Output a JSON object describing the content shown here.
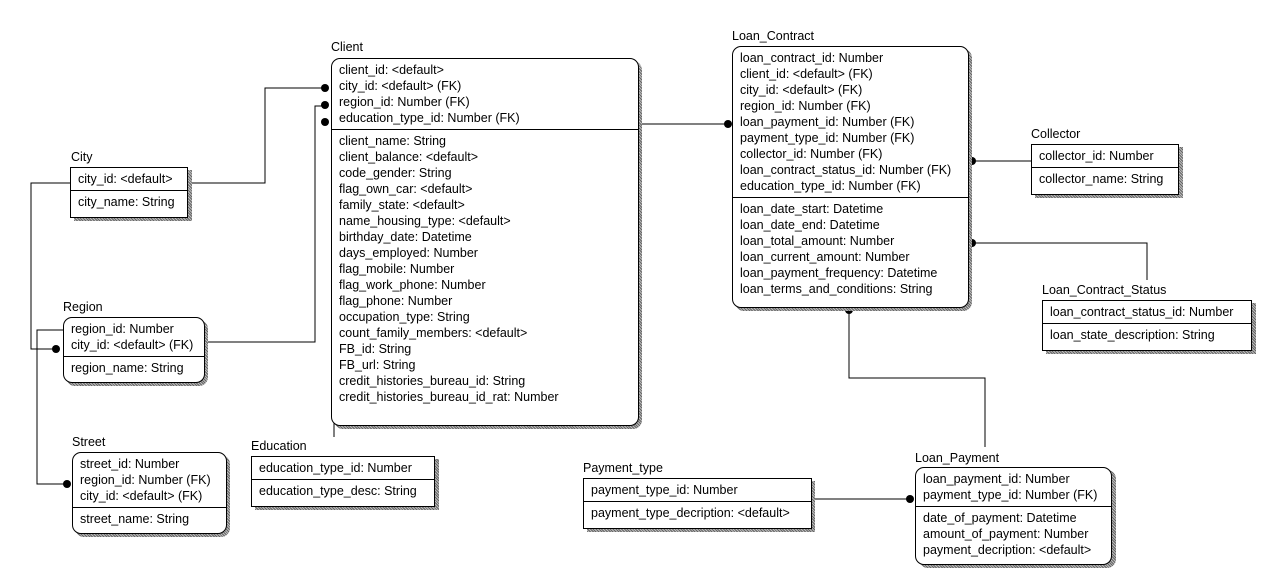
{
  "entities": {
    "client": {
      "name": "Client",
      "keys": [
        "client_id: <default>",
        "city_id: <default> (FK)",
        "region_id: Number (FK)",
        "education_type_id: Number (FK)"
      ],
      "attrs": [
        "client_name: String",
        "client_balance: <default>",
        "code_gender: String",
        "flag_own_car: <default>",
        "family_state: <default>",
        "name_housing_type: <default>",
        "birthday_date: Datetime",
        "days_employed: Number",
        "flag_mobile: Number",
        "flag_work_phone: Number",
        "flag_phone: Number",
        "occupation_type: String",
        "count_family_members: <default>",
        "FB_id: String",
        "FB_url: String",
        "credit_histories_bureau_id: String",
        "credit_histories_bureau_id_rat: Number"
      ]
    },
    "loan_contract": {
      "name": "Loan_Contract",
      "keys": [
        "loan_contract_id: Number",
        "client_id: <default> (FK)",
        "city_id: <default> (FK)",
        "region_id: Number (FK)",
        "loan_payment_id: Number (FK)",
        "payment_type_id: Number (FK)",
        "collector_id: Number (FK)",
        "loan_contract_status_id: Number (FK)",
        "education_type_id: Number (FK)"
      ],
      "attrs": [
        "loan_date_start: Datetime",
        "loan_date_end: Datetime",
        "loan_total_amount: Number",
        "loan_current_amount: Number",
        "loan_payment_frequency: Datetime",
        "loan_terms_and_conditions: String"
      ]
    },
    "city": {
      "name": "City",
      "keys": [
        "city_id: <default>"
      ],
      "attrs": [
        "city_name: String"
      ]
    },
    "region": {
      "name": "Region",
      "keys": [
        "region_id: Number",
        "city_id: <default> (FK)"
      ],
      "attrs": [
        "region_name: String"
      ]
    },
    "street": {
      "name": "Street",
      "keys": [
        "street_id: Number",
        "region_id: Number (FK)",
        "city_id: <default> (FK)"
      ],
      "attrs": [
        "street_name: String"
      ]
    },
    "education": {
      "name": "Education",
      "keys": [
        "education_type_id: Number"
      ],
      "attrs": [
        "education_type_desc: String"
      ]
    },
    "collector": {
      "name": "Collector",
      "keys": [
        "collector_id: Number"
      ],
      "attrs": [
        "collector_name: String"
      ]
    },
    "loan_contract_status": {
      "name": "Loan_Contract_Status",
      "keys": [
        "loan_contract_status_id: Number"
      ],
      "attrs": [
        "loan_state_description: String"
      ]
    },
    "payment_type": {
      "name": "Payment_type",
      "keys": [
        "payment_type_id: Number"
      ],
      "attrs": [
        "payment_type_decription: <default>"
      ]
    },
    "loan_payment": {
      "name": "Loan_Payment",
      "keys": [
        "loan_payment_id: Number",
        "payment_type_id: Number (FK)"
      ],
      "attrs": [
        "date_of_payment: Datetime",
        "amount_of_payment: Number",
        "payment_decription: <default>"
      ]
    }
  },
  "relationships": [
    {
      "from": "City",
      "to": "Client"
    },
    {
      "from": "City",
      "to": "Region"
    },
    {
      "from": "Region",
      "to": "Client"
    },
    {
      "from": "Region",
      "to": "Street"
    },
    {
      "from": "Education",
      "to": "Client"
    },
    {
      "from": "Client",
      "to": "Loan_Contract"
    },
    {
      "from": "Collector",
      "to": "Loan_Contract"
    },
    {
      "from": "Loan_Contract_Status",
      "to": "Loan_Contract"
    },
    {
      "from": "Loan_Contract",
      "to": "Loan_Payment"
    },
    {
      "from": "Payment_type",
      "to": "Loan_Payment"
    }
  ]
}
